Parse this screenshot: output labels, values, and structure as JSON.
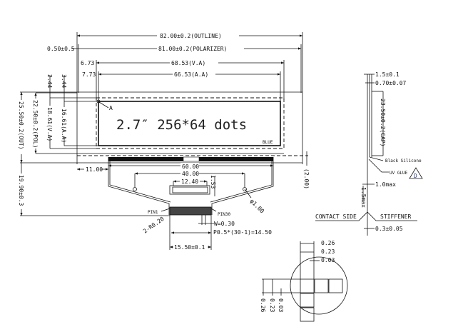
{
  "front_view": {
    "display_text": "2.7″ 256*64 dots",
    "color_label": "BLUE",
    "point_label": "A",
    "dims": {
      "outline_w": "82.00±0.2(OUTLINE)",
      "polarizer_w": "81.00±0.2(POLARIZER)",
      "pol_offset": "0.50±0.5",
      "va_offset": "6.73",
      "va_w": "68.53(V.A)",
      "aa_offset": "7.73",
      "aa_w": "66.53(A.A)",
      "va_top": "2.44",
      "aa_top": "3.44",
      "outline_h": "25.50±0.2(OUT)",
      "pol_h": "22.50±0.2(POL)",
      "va_h": "18.61(V.A)",
      "aa_h": "16.61(A.A)",
      "fpc_len": "19.90±0.3",
      "fpc_offset": "11.00",
      "gap": "(2.00)"
    }
  },
  "fpc": {
    "w60": "60.00",
    "w40": "40.00",
    "w12": "12.40",
    "h153": "1.53",
    "hole": "φ1.00",
    "pin1": "PIN1",
    "pin30": "PIN30",
    "radius": "2-R0.20",
    "width": "W=0.30",
    "pitch": "P0.5*(30-1)=14.50",
    "tail_w": "15.50±0.1"
  },
  "side_view": {
    "t1": "1.5±0.1",
    "t2": "0.70±0.07",
    "cap": "23.50±0.2(CAP)",
    "silicone": "Black Silicone",
    "uv": "UV GLUE",
    "uv_mark": "D",
    "max1": "1.0max",
    "max15": "1.5max",
    "contact": "CONTACT SIDE",
    "stiffener": "STIFFENER",
    "t3": "0.3±0.05"
  },
  "detail": {
    "h26": "0.26",
    "h23": "0.23",
    "h03": "0.03",
    "v26": "0.26",
    "v23": "0.23",
    "v03": "0.03"
  }
}
